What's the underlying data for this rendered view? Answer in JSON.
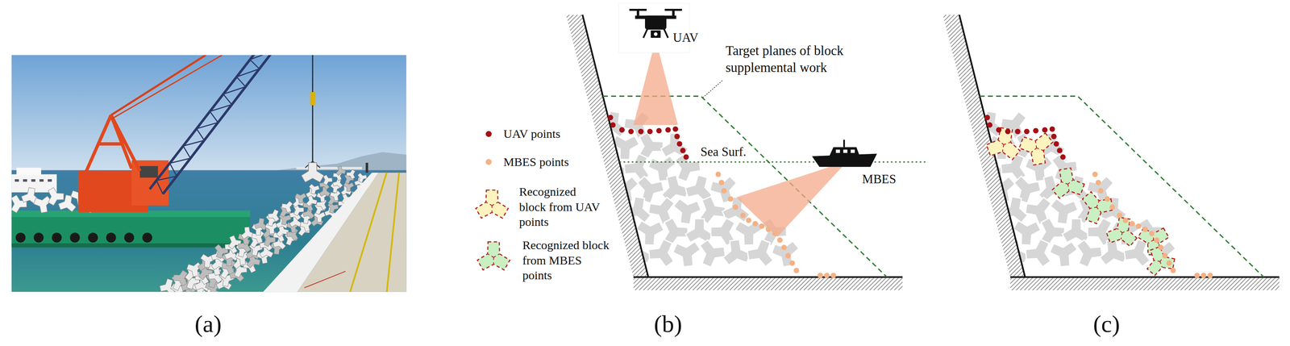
{
  "diagram": {
    "labels": [
      "UAV",
      "Target planes of block supplemental work",
      "Sea Surf.",
      "MBES",
      "(a)",
      "(b)",
      "(c)"
    ],
    "legend": [
      {
        "text": "UAV points",
        "color": "#a50f15"
      },
      {
        "text": "MBES points",
        "color": "#f4b183"
      },
      {
        "text": "Recognized block from UAV points"
      },
      {
        "text": "Recognized block from MBES points"
      }
    ]
  }
}
